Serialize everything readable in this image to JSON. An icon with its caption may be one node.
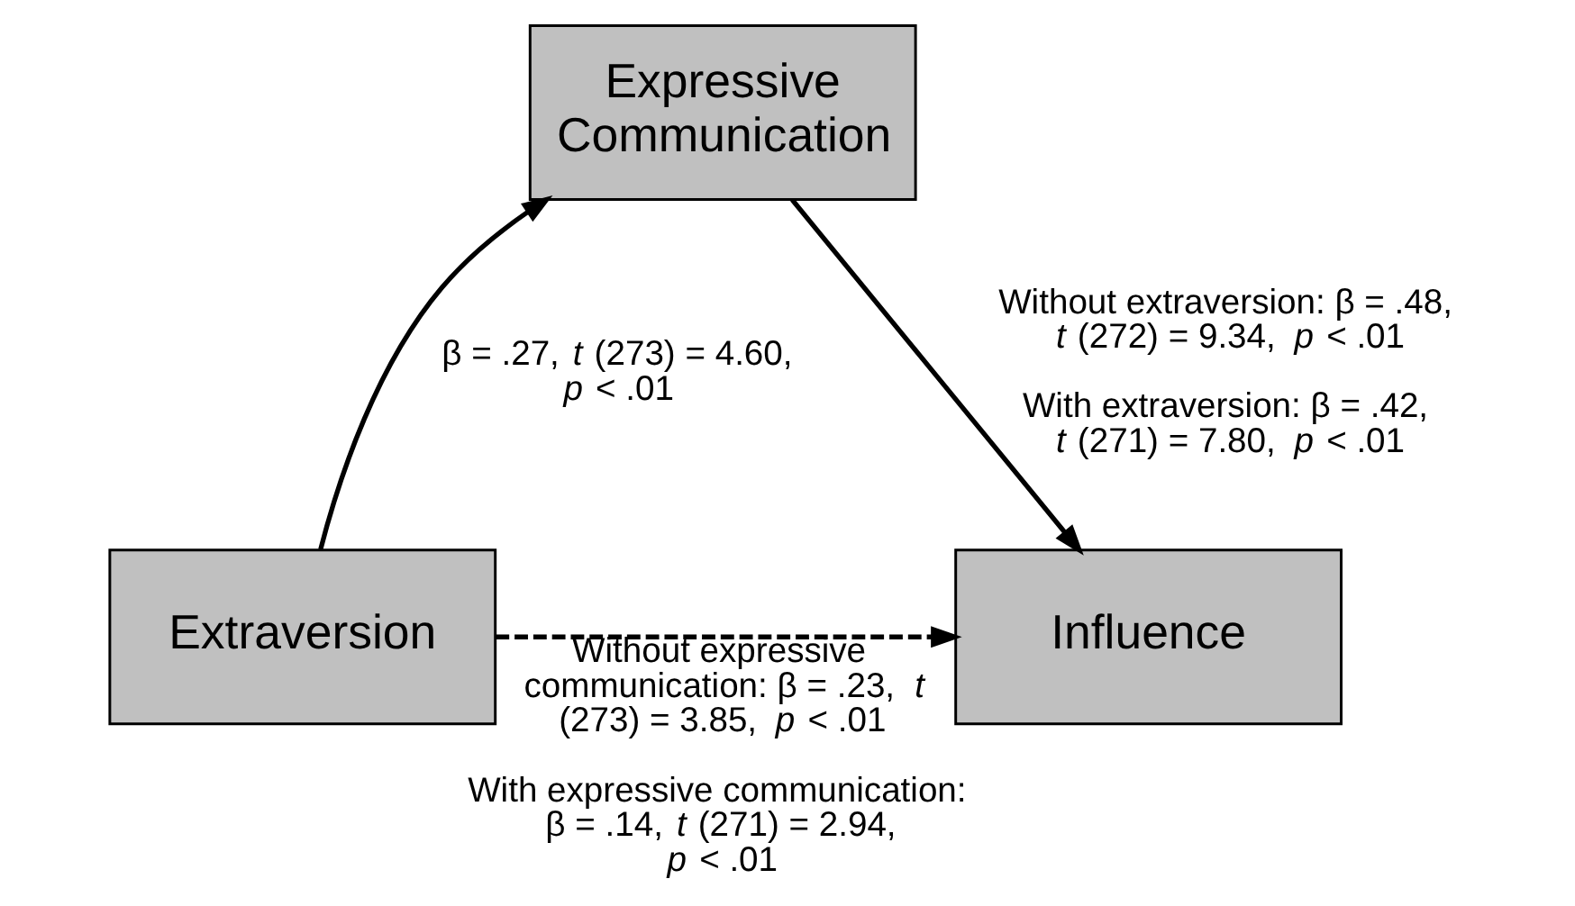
{
  "diagram": {
    "nodes": [
      {
        "text": [
          "Expressive Communication"
        ]
      },
      {
        "text": [
          "Extraversion"
        ]
      },
      {
        "text": [
          "Influence"
        ]
      }
    ],
    "edges": [
      {
        "from": 1,
        "to": 0,
        "arrow": "to",
        "label": [
          "β = .27, *t* (273) = 4.60, *p* < .01"
        ]
      },
      {
        "from": 0,
        "to": 2,
        "arrow": "to",
        "label": [
          "Without extraversion: β = .48, *t* (272) = 9.34, *p* < .01",
          "With extraversion: β = .42, *t* (271) = 7.80, *p* < .01"
        ]
      },
      {
        "from": 1,
        "to": 2,
        "arrow": "to",
        "style": "dashed",
        "label": [
          "Without expressive communication: β = .23, *t* (273) = 3.85, *p* < .01",
          "With expressive communication: β = .14, *t* (271) = 2.94, *p* < .01"
        ]
      }
    ]
  }
}
